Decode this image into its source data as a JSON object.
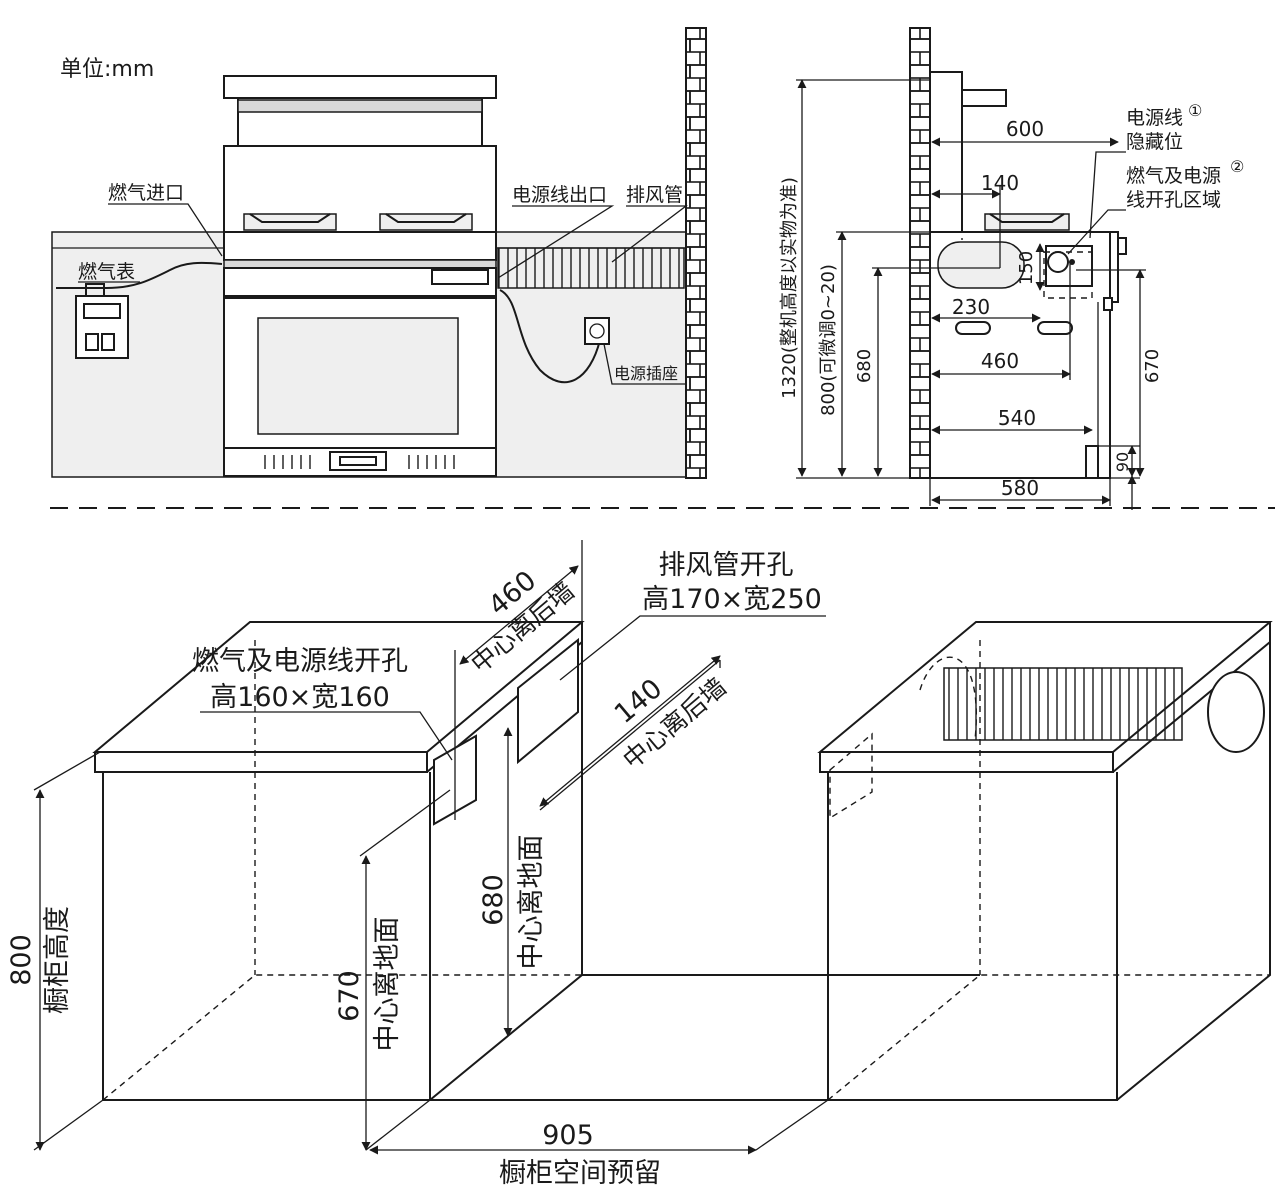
{
  "top_left": {
    "unit": "单位:mm",
    "gas_inlet": "燃气进口",
    "gas_meter": "燃气表",
    "power_outlet": "电源线出口",
    "exhaust_pipe": "排风管",
    "power_socket": "电源插座"
  },
  "top_right": {
    "dim_1320": "1320(整机高度以实物为准)",
    "dim_800": "800(可微调0~20)",
    "dim_680": "680",
    "dim_600": "600",
    "dim_140": "140",
    "dim_150": "150",
    "dim_230": "230",
    "dim_460": "460",
    "dim_540": "540",
    "dim_580": "580",
    "dim_670": "670",
    "dim_90": "90",
    "note1_line1": "电源线",
    "note1_line2": "隐藏位",
    "note1_mark": "①",
    "note2_line1": "燃气及电源",
    "note2_line2": "线开孔区域",
    "note2_mark": "②"
  },
  "bottom": {
    "exhaust_hole_title": "排风管开孔",
    "exhaust_hole_size": "高170×宽250",
    "gas_hole_title": "燃气及电源线开孔",
    "gas_hole_size": "高160×宽160",
    "dim_460": "460",
    "center_to_back_wall_a": "中心离后墙",
    "dim_140": "140",
    "center_to_back_wall_b": "中心离后墙",
    "dim_800": "800",
    "cabinet_height": "橱柜高度",
    "dim_670": "670",
    "center_to_floor_a": "中心离地面",
    "dim_680": "680",
    "center_to_floor_b": "中心离地面",
    "dim_905": "905",
    "cabinet_space": "橱柜空间预留"
  }
}
